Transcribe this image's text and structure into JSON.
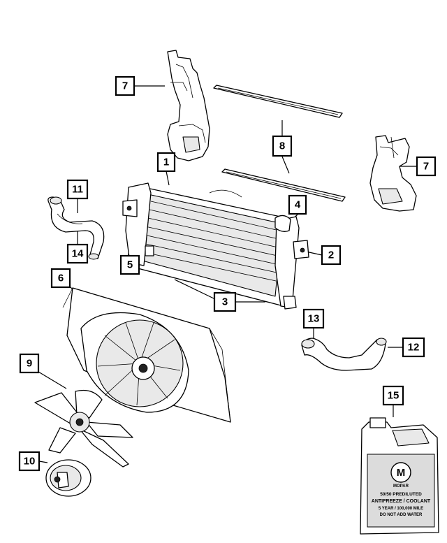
{
  "callouts": [
    {
      "id": "c7a",
      "label": "7"
    },
    {
      "id": "c8",
      "label": "8"
    },
    {
      "id": "c7b",
      "label": "7"
    },
    {
      "id": "c1",
      "label": "1"
    },
    {
      "id": "c11",
      "label": "11"
    },
    {
      "id": "c4",
      "label": "4"
    },
    {
      "id": "c14",
      "label": "14"
    },
    {
      "id": "c2",
      "label": "2"
    },
    {
      "id": "c5",
      "label": "5"
    },
    {
      "id": "c6",
      "label": "6"
    },
    {
      "id": "c3",
      "label": "3"
    },
    {
      "id": "c13",
      "label": "13"
    },
    {
      "id": "c12",
      "label": "12"
    },
    {
      "id": "c9",
      "label": "9"
    },
    {
      "id": "c15",
      "label": "15"
    },
    {
      "id": "c10",
      "label": "10"
    }
  ],
  "jug_label": {
    "brand": "MOPAR",
    "line1": "50/50 PREDILUTED",
    "line2": "ANTIFREEZE / COOLANT",
    "line3": "5 YEAR / 100,000 MILE",
    "line4": "DO NOT ADD WATER"
  }
}
